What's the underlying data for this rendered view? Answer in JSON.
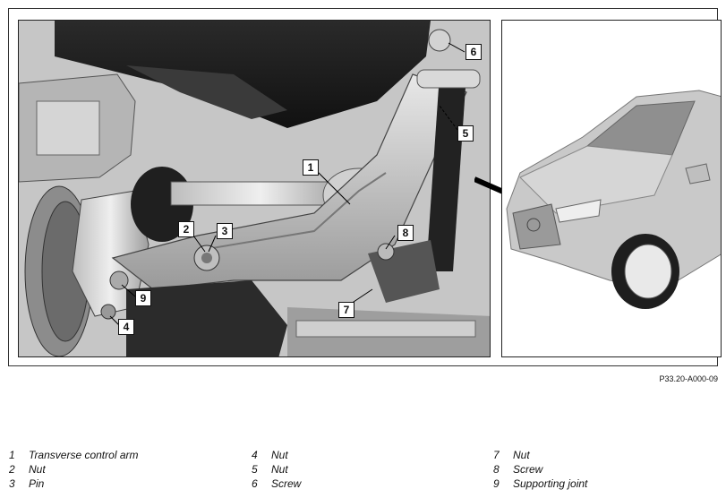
{
  "figure": {
    "reference_code": "P33.20-A000-09",
    "callouts": [
      "1",
      "2",
      "3",
      "4",
      "5",
      "6",
      "7",
      "8",
      "9"
    ]
  },
  "legend": [
    {
      "num": "1",
      "label": "Transverse control arm"
    },
    {
      "num": "2",
      "label": "Nut"
    },
    {
      "num": "3",
      "label": "Pin"
    },
    {
      "num": "4",
      "label": "Nut"
    },
    {
      "num": "5",
      "label": "Nut"
    },
    {
      "num": "6",
      "label": "Screw"
    },
    {
      "num": "7",
      "label": "Nut"
    },
    {
      "num": "8",
      "label": "Screw"
    },
    {
      "num": "9",
      "label": "Supporting joint"
    }
  ]
}
